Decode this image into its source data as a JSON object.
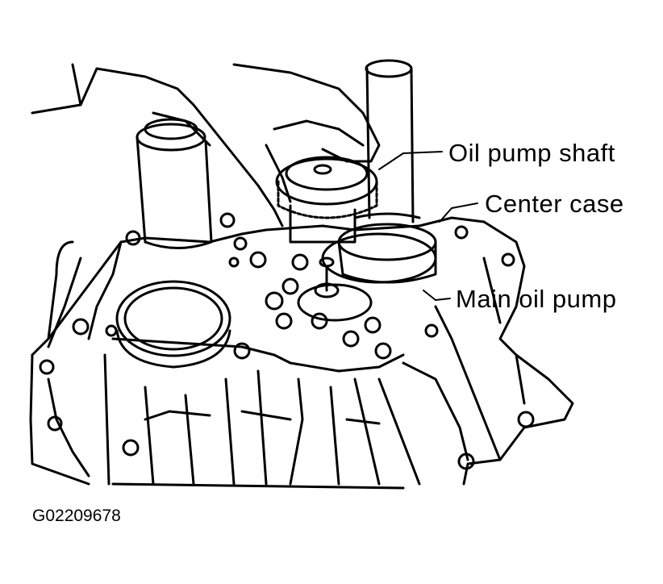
{
  "labels": {
    "oil_pump_shaft": "Oil pump shaft",
    "center_case": "Center case",
    "main_oil_pump": "Main oil pump"
  },
  "figure_id": "G02209678",
  "colors": {
    "ink": "#000000",
    "paper": "#ffffff"
  }
}
